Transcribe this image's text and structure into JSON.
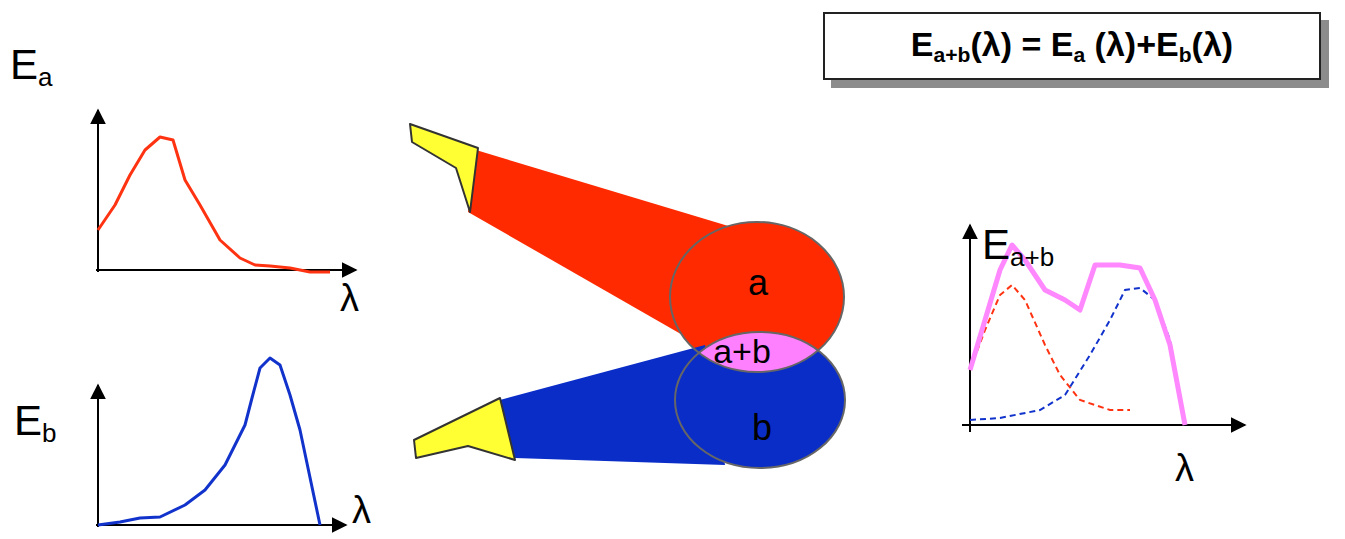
{
  "diagram": {
    "nodes": [
      {
        "text": [
          "Ea+b(λ) = Ea (λ)+Eb(λ)"
        ]
      },
      {
        "text": [
          "a"
        ]
      },
      {
        "text": [
          "a+b"
        ]
      },
      {
        "text": [
          "b"
        ]
      }
    ],
    "labels": [
      "Ea",
      "λ",
      "Eb",
      "λ",
      "Ea+b",
      "λ"
    ]
  }
}
